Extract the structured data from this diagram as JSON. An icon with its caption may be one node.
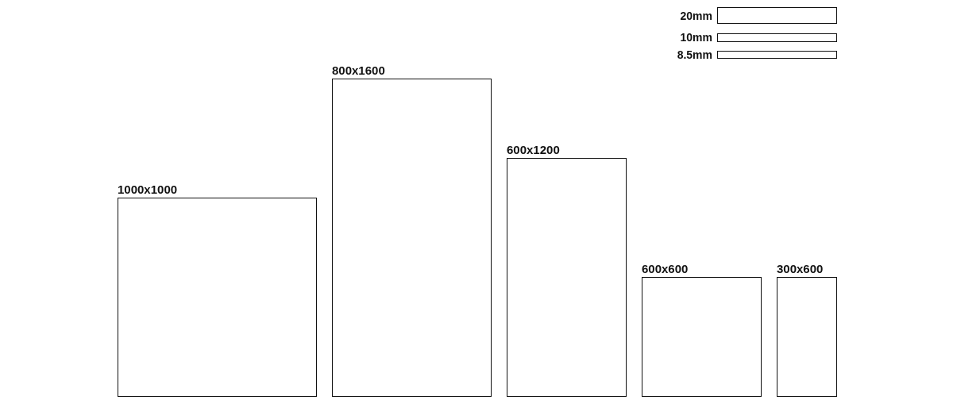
{
  "diagram": {
    "nodes": [
      {
        "text": [
          "20mm"
        ]
      },
      {
        "text": [
          "10mm"
        ]
      },
      {
        "text": [
          "8.5mm"
        ]
      },
      {
        "text": [
          "800x1600"
        ]
      },
      {
        "text": [
          "600x1200"
        ]
      },
      {
        "text": [
          "1000x1000"
        ]
      },
      {
        "text": [
          "600x600"
        ]
      },
      {
        "text": [
          "300x600"
        ]
      }
    ]
  }
}
